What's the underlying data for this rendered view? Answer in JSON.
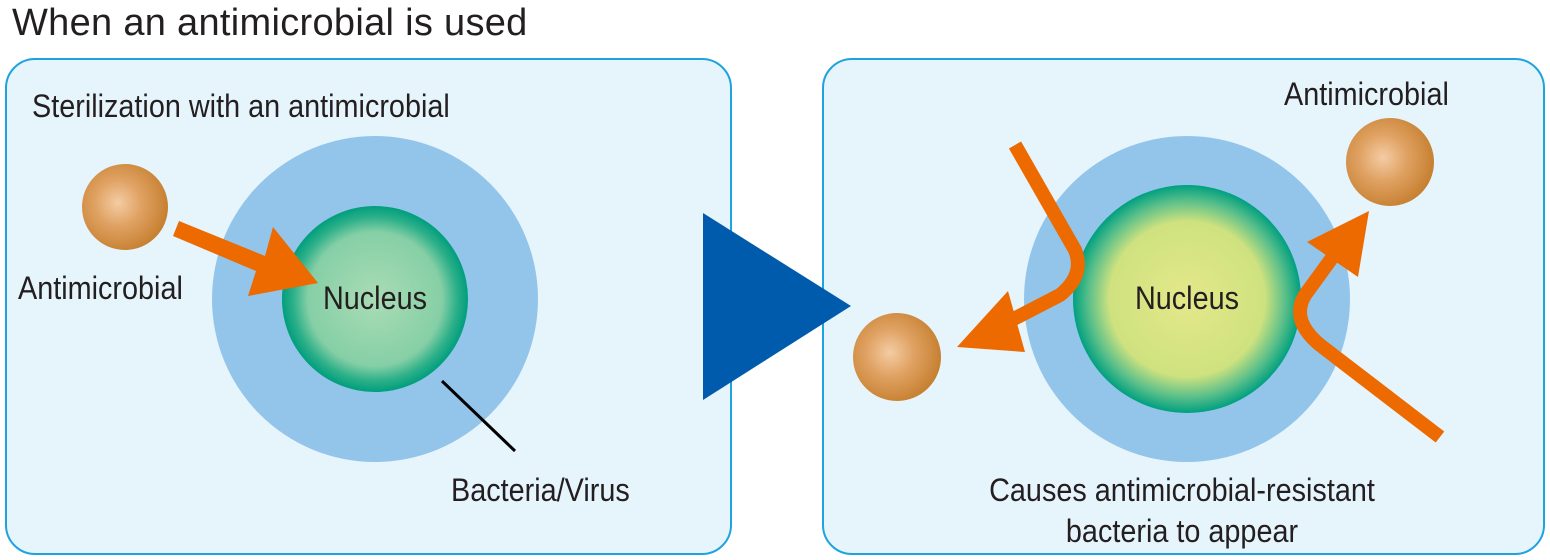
{
  "title": "When an antimicrobial is used",
  "left_panel": {
    "heading": "Sterilization with an antimicrobial",
    "antimicrobial_label": "Antimicrobial",
    "nucleus_label": "Nucleus",
    "bacteria_label": "Bacteria/Virus"
  },
  "right_panel": {
    "antimicrobial_label": "Antimicrobial",
    "nucleus_label": "Nucleus",
    "caption_line1": "Causes antimicrobial-resistant",
    "caption_line2": "bacteria to appear"
  },
  "colors": {
    "panel_fill": "#e6f4fc",
    "panel_border": "#1fa3de",
    "cell_membrane": "#93c5eb",
    "nucleus_left": "#9fd8b3",
    "nucleus_right": "#dfe586",
    "nucleus_ring": "#00a080",
    "antimicrobial": "#d08a3a",
    "arrow": "#ec6a00",
    "transition_arrow": "#005bac"
  }
}
